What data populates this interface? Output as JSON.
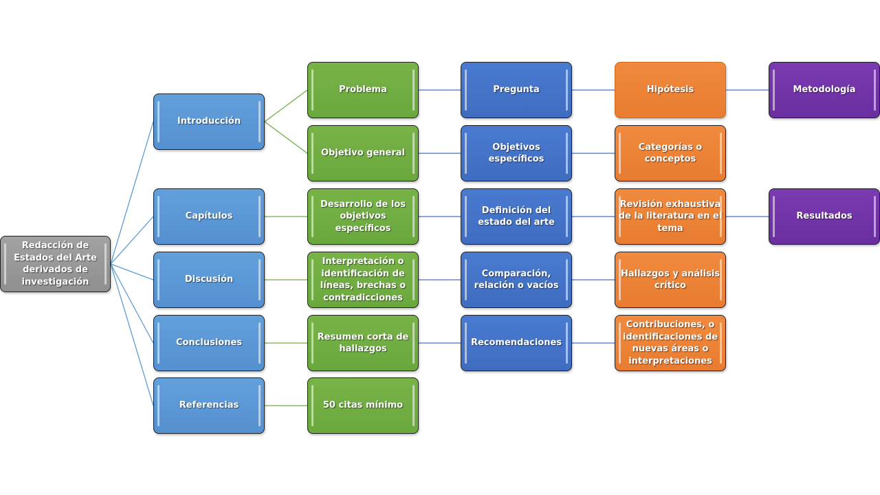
{
  "diagram": {
    "root": {
      "id": "root",
      "label": "Redacción de Estados del Arte derivados de investigación",
      "color": "#959595"
    },
    "colors": {
      "level1": "#5b9bd5",
      "level2": "#70ad47",
      "level3": "#4472c4",
      "level4": "#ed7d31",
      "level5": "#7030a0",
      "link_blue": "#5b9bd5",
      "link_green": "#70ad47",
      "link_dark": "#4472c4"
    },
    "nodes": [
      {
        "id": "introduccion",
        "label": "Introducción",
        "parent": "root"
      },
      {
        "id": "capitulos",
        "label": "Capítulos",
        "parent": "root"
      },
      {
        "id": "discusion",
        "label": "Discusión",
        "parent": "root"
      },
      {
        "id": "conclusiones",
        "label": "Conclusiones",
        "parent": "root"
      },
      {
        "id": "referencias",
        "label": "Referencias",
        "parent": "root"
      },
      {
        "id": "problema",
        "label": "Problema",
        "parent": "introduccion"
      },
      {
        "id": "objetivo-general",
        "label": "Objetivo general",
        "parent": "introduccion"
      },
      {
        "id": "desarrollo",
        "label": "Desarrollo de los objetivos específicos",
        "parent": "capitulos"
      },
      {
        "id": "interpretacion",
        "label": "Interpretación o identificación de líneas, brechas o contradicciones",
        "parent": "discusion"
      },
      {
        "id": "resumen",
        "label": "Resumen corta de hallazgos",
        "parent": "conclusiones"
      },
      {
        "id": "citas",
        "label": "50 citas mínimo",
        "parent": "referencias"
      },
      {
        "id": "pregunta",
        "label": "Pregunta",
        "parent": "problema"
      },
      {
        "id": "objetivos-especificos",
        "label": "Objetivos específicos",
        "parent": "objetivo-general"
      },
      {
        "id": "definicion",
        "label": "Definición del estado del arte",
        "parent": "desarrollo"
      },
      {
        "id": "comparacion",
        "label": "Comparación, relación o vacíos",
        "parent": "interpretacion"
      },
      {
        "id": "recomendaciones",
        "label": "Recomendaciones",
        "parent": "resumen"
      },
      {
        "id": "hipotesis",
        "label": "Hipótesis",
        "parent": "pregunta"
      },
      {
        "id": "categorias",
        "label": "Categorías o conceptos",
        "parent": "objetivos-especificos"
      },
      {
        "id": "revision",
        "label": "Revisión exhaustiva de la literatura en el tema",
        "parent": "definicion"
      },
      {
        "id": "hallazgos",
        "label": "Hallazgos  y análisis crítico",
        "parent": "comparacion"
      },
      {
        "id": "contribuciones",
        "label": "Contribuciones, o identificaciones de nuevas áreas o interpretaciones",
        "parent": "recomendaciones"
      },
      {
        "id": "metodologia",
        "label": "Metodología",
        "parent": "hipotesis"
      },
      {
        "id": "resultados",
        "label": "Resultados",
        "parent": "revision"
      }
    ]
  }
}
